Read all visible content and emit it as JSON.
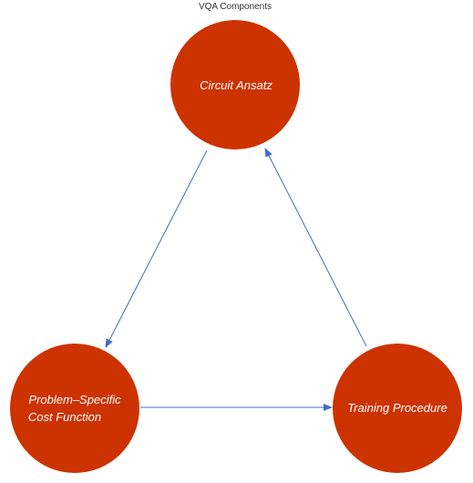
{
  "title": "VQA Components",
  "colors": {
    "node_fill": "#cc3300",
    "edge": "#3d6fc4",
    "text": "#ffffff",
    "title": "#333333"
  },
  "nodes": [
    {
      "id": "circuit-ansatz",
      "lines": [
        "Circuit Ansatz"
      ]
    },
    {
      "id": "problem-specific-cost-function",
      "lines": [
        "Problem–Specific",
        "Cost Function"
      ]
    },
    {
      "id": "training-procedure",
      "lines": [
        "Training Procedure"
      ]
    }
  ],
  "edges": [
    {
      "from": "circuit-ansatz",
      "to": "problem-specific-cost-function"
    },
    {
      "from": "problem-specific-cost-function",
      "to": "training-procedure"
    },
    {
      "from": "training-procedure",
      "to": "circuit-ansatz"
    }
  ]
}
